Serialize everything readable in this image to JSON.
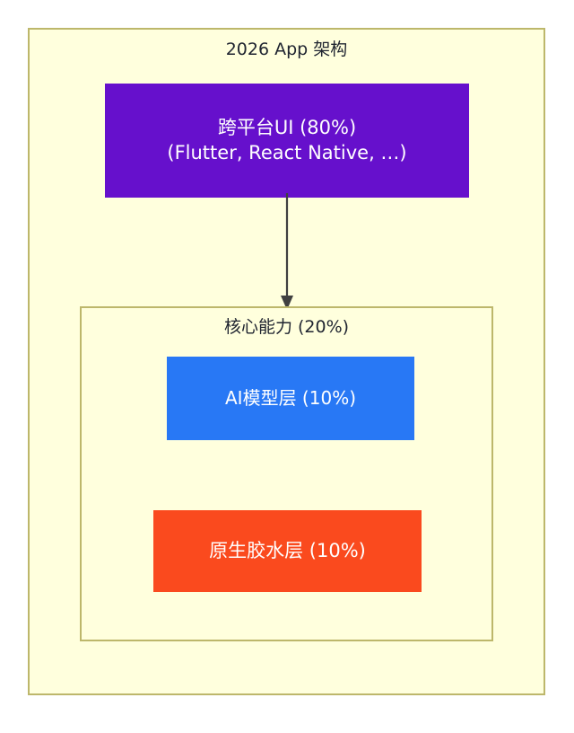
{
  "diagram": {
    "title": "2026 App 架构",
    "outer_container": {
      "label": "2026 App 架构",
      "fill_color": "#ffffdd",
      "border_color": "#bdb76b"
    },
    "inner_container": {
      "label": "核心能力 (20%)",
      "fill_color": "#ffffdd",
      "border_color": "#bdb76b"
    },
    "nodes": [
      {
        "id": "cross-platform-ui",
        "line1": "跨平台UI (80%)",
        "line2": "(Flutter, React Native, …)",
        "percent": "80%",
        "fill_color": "#6610cc",
        "text_color": "#ffffff"
      },
      {
        "id": "ai-model-layer",
        "line1": "AI模型层 (10%)",
        "percent": "10%",
        "fill_color": "#2878f5",
        "text_color": "#ffffff"
      },
      {
        "id": "native-glue-layer",
        "line1": "原生胶水层 (10%)",
        "percent": "10%",
        "fill_color": "#fa4a1e",
        "text_color": "#ffffff"
      }
    ],
    "connectors": [
      {
        "id": "ui-to-core",
        "from": "cross-platform-ui",
        "to": "inner-container",
        "color": "#404040",
        "arrowhead": "filled-triangle"
      }
    ]
  }
}
